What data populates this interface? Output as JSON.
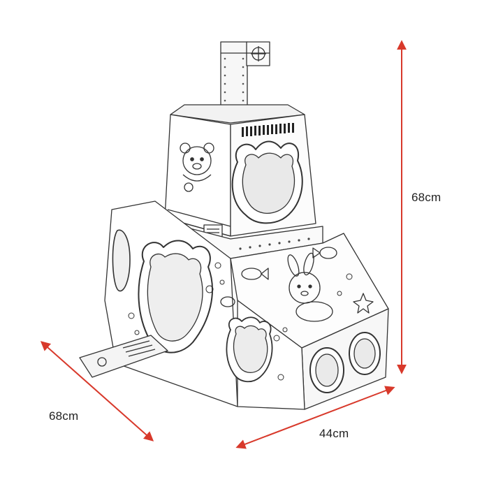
{
  "image": {
    "subject": "cardboard-submarine-playhouse",
    "background_color": "#ffffff",
    "arrow_color": "#d8392b",
    "outline_color": "#333333"
  },
  "dimensions": {
    "height": "68cm",
    "depth": "68cm",
    "width": "44cm"
  }
}
